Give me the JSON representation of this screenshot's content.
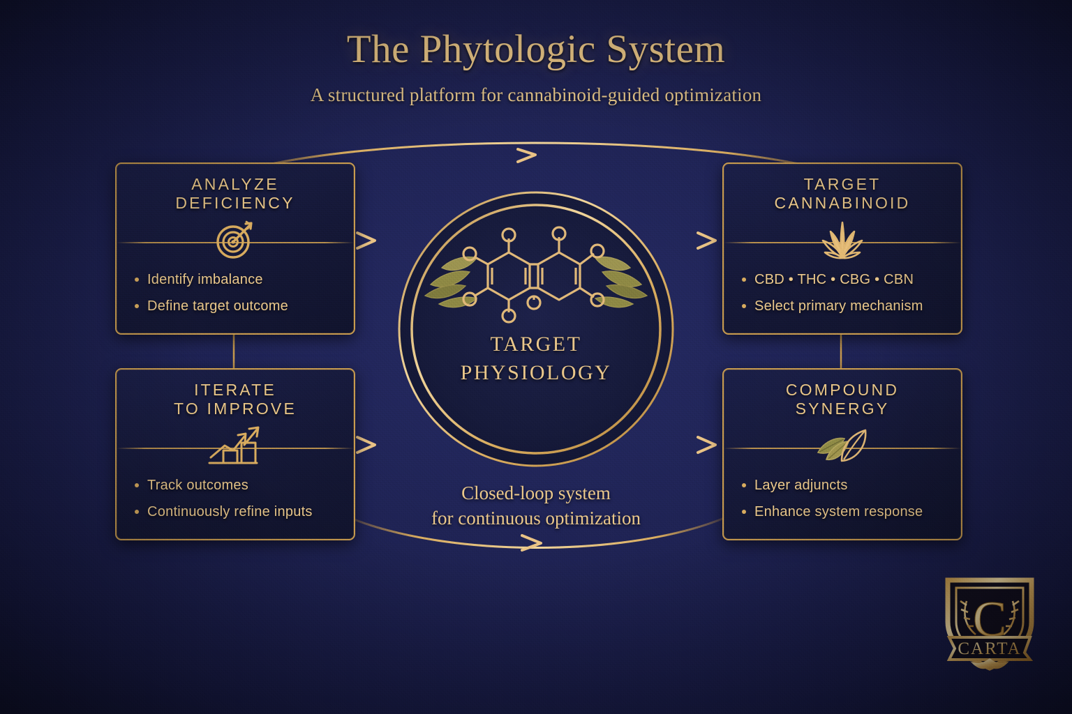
{
  "header": {
    "title": "The Phytologic System",
    "subtitle": "A structured platform for cannabinoid-guided optimization"
  },
  "center": {
    "label_line1": "TARGET",
    "label_line2": "PHYSIOLOGY",
    "icon": "cannabinoid-molecule-with-laurel-icon"
  },
  "caption": {
    "line1": "Closed-loop system",
    "line2": "for continuous optimization"
  },
  "cards": [
    {
      "id": "analyze-deficiency",
      "title_line1": "ANALYZE",
      "title_line2": "DEFICIENCY",
      "icon": "target-arrow-icon",
      "bullets": [
        "Identify imbalance",
        "Define target outcome"
      ]
    },
    {
      "id": "target-cannabinoid",
      "title_line1": "TARGET",
      "title_line2": "CANNABINOID",
      "icon": "cannabis-leaf-icon",
      "bullets": [
        "CBD • THC • CBG • CBN",
        "Select primary mechanism"
      ]
    },
    {
      "id": "iterate-to-improve",
      "title_line1": "ITERATE",
      "title_line2": "TO IMPROVE",
      "icon": "growth-chart-arrow-icon",
      "bullets": [
        "Track outcomes",
        "Continuously refine inputs"
      ]
    },
    {
      "id": "compound-synergy",
      "title_line1": "COMPOUND",
      "title_line2": "SYNERGY",
      "icon": "two-leaves-icon",
      "bullets": [
        "Layer adjuncts",
        "Enhance system response"
      ]
    }
  ],
  "logo": {
    "monogram": "C",
    "name": "CARTA"
  },
  "colors": {
    "gold": "#d8ab5e",
    "gold_light": "#edc887",
    "gold_line": "#c79a4e",
    "olive": "#8e8a45",
    "navy_bg": "#1e2252",
    "navy_card": "#151934"
  }
}
